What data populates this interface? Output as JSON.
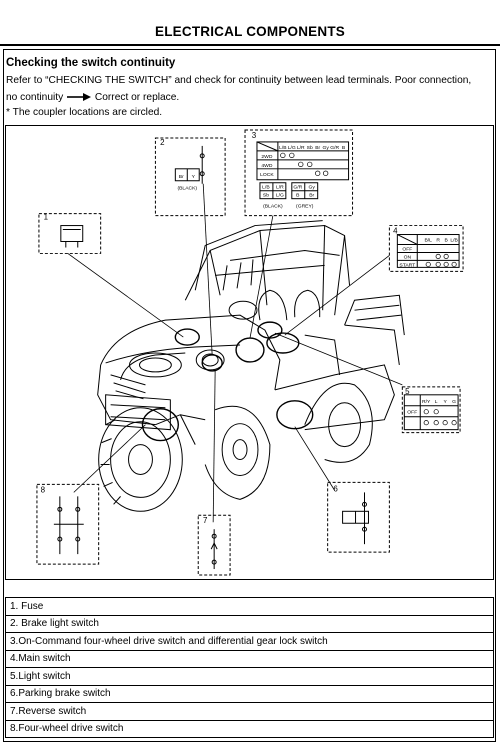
{
  "header": {
    "title": "ELECTRICAL COMPONENTS"
  },
  "section": {
    "title": "Checking the switch continuity",
    "line1": "Refer to “CHECKING THE SWITCH” and check for continuity between lead terminals. Poor connection,",
    "line2_prefix": "no continuity",
    "line2_suffix": "Correct or replace.",
    "line3": "* The coupler locations are circled."
  },
  "callouts": {
    "c1": "1",
    "c2": "2",
    "c3": "3",
    "c4": "4",
    "c5": "5",
    "c6": "6",
    "c7": "7",
    "c8": "8"
  },
  "inset2": {
    "wire1": "Br",
    "wire2": "Y",
    "color": "(BLACK)"
  },
  "inset3": {
    "headers": [
      "L/B",
      "L/G",
      "L/R",
      "Sb",
      "Br",
      "Gy",
      "G/R",
      "B"
    ],
    "rows": [
      "2WD",
      "4WD",
      "LOCK"
    ],
    "coupler1_top": [
      "L/B",
      "L/R"
    ],
    "coupler1_bottom": [
      "Sb",
      "L/G"
    ],
    "coupler2_top": [
      "G/R",
      "Gy"
    ],
    "coupler2_bottom": [
      "B",
      "Br"
    ],
    "color1": "(BLACK)",
    "color2": "(GREY)"
  },
  "inset4": {
    "headers": [
      "B/L",
      "R",
      "B",
      "L/B"
    ],
    "rows": [
      "OFF",
      "ON",
      "START"
    ]
  },
  "inset5": {
    "headers": [
      "R/Y",
      "L",
      "Y",
      "G"
    ],
    "rows": [
      "OFF",
      "",
      ""
    ]
  },
  "legend": [
    "1. Fuse",
    "2. Brake light switch",
    "3.On-Command four-wheel drive switch and differential gear lock switch",
    "4.Main switch",
    "5.Light switch",
    "6.Parking brake switch",
    "7.Reverse switch",
    "8.Four-wheel drive switch"
  ]
}
